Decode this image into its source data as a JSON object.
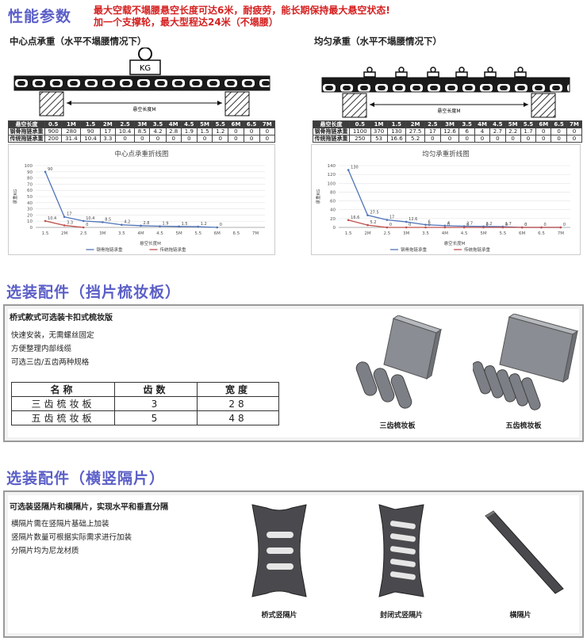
{
  "header": {
    "title": "性能参数",
    "line1": "最大空载不塌腰悬空长度可达6米，耐疲劳，能长期保持最大悬空状态!",
    "line2": "加一个支撑轮，最大型程达24米（不塌腰）"
  },
  "left": {
    "subtitle": "中心点承重（水平不塌腰情况下）",
    "kg": "KG",
    "span_label": "悬空长度M",
    "table": {
      "header": [
        "悬空长度",
        "0.5",
        "1M",
        "1.5",
        "2M",
        "2.5",
        "3M",
        "3.5",
        "4M",
        "4.5",
        "5M",
        "5.5",
        "6M",
        "6.5",
        "7M"
      ],
      "rows": [
        [
          "钢骨拖链承重",
          "900",
          "280",
          "90",
          "17",
          "10.4",
          "8.5",
          "4.2",
          "2.8",
          "1.9",
          "1.5",
          "1.2",
          "0",
          "0",
          "0"
        ],
        [
          "传统拖链承重",
          "200",
          "31.4",
          "10.4",
          "3.3",
          "0",
          "0",
          "0",
          "0",
          "0",
          "0",
          "0",
          "0",
          "0",
          "0"
        ]
      ]
    }
  },
  "right": {
    "subtitle": "均匀承重（水平不塌腰情况下）",
    "span_label": "悬空长度M",
    "table": {
      "header": [
        "悬空长度",
        "0.5",
        "1M",
        "1.5",
        "2M",
        "2.5",
        "3M",
        "3.5",
        "4M",
        "4.5",
        "5M",
        "5.5",
        "6M",
        "6.5",
        "7M"
      ],
      "rows": [
        [
          "钢骨拖链承重",
          "1100",
          "370",
          "130",
          "27.5",
          "17",
          "12.6",
          "6",
          "4",
          "2.7",
          "2.2",
          "1.7",
          "0",
          "0",
          "0"
        ],
        [
          "传统拖链承重",
          "250",
          "53",
          "16.6",
          "5.2",
          "0",
          "0",
          "0",
          "0",
          "0",
          "0",
          "0",
          "0",
          "0",
          "0"
        ]
      ]
    }
  },
  "chart_data": [
    {
      "type": "line",
      "title": "中心点承重折线图",
      "xlabel": "悬空长度M",
      "ylabel": "承重KG",
      "x": [
        "1.5",
        "2M",
        "2.5",
        "3M",
        "3.5",
        "4M",
        "4.5",
        "5M",
        "5.5",
        "6M",
        "6.5",
        "7M"
      ],
      "ylim": [
        0,
        100
      ],
      "yticks": [
        0,
        10,
        20,
        30,
        40,
        50,
        60,
        70,
        80,
        90,
        100
      ],
      "series": [
        {
          "name": "钢骨拖链承重",
          "color": "#4f73b8",
          "values": [
            90,
            17,
            10.4,
            8.5,
            4.2,
            2.8,
            1.9,
            1.5,
            1.2,
            0,
            null,
            null
          ],
          "labels": [
            "90",
            "17",
            "10.4",
            "8.5",
            "4.2",
            "2.8",
            "1.9",
            "1.5",
            "1.2",
            "0",
            "",
            ""
          ]
        },
        {
          "name": "传统拖链承重",
          "color": "#c0504d",
          "values": [
            10.4,
            3.3,
            0,
            null,
            null,
            null,
            null,
            null,
            null,
            null,
            null,
            null
          ],
          "labels": [
            "10.4",
            "3.3",
            "0",
            "",
            "",
            "",
            "",
            "",
            "",
            "",
            "",
            ""
          ]
        }
      ]
    },
    {
      "type": "line",
      "title": "均匀承重折线图",
      "xlabel": "悬空长度M",
      "ylabel": "承重KG",
      "x": [
        "1.5",
        "2M",
        "2.5",
        "3M",
        "3.5",
        "4M",
        "4.5",
        "5M",
        "5.5",
        "6M",
        "6.5",
        "7M"
      ],
      "ylim": [
        0,
        140
      ],
      "yticks": [
        0,
        20,
        40,
        60,
        80,
        100,
        120,
        140
      ],
      "series": [
        {
          "name": "钢骨拖链承重",
          "color": "#4f73b8",
          "values": [
            130,
            27.5,
            17,
            12.6,
            6,
            4,
            2.7,
            2.2,
            1.7,
            0,
            0,
            0
          ],
          "labels": [
            "130",
            "27.5",
            "17",
            "12.6",
            "6",
            "4",
            "2.7",
            "2.2",
            "1.7",
            "0",
            "",
            ""
          ]
        },
        {
          "name": "传统拖链承重",
          "color": "#c0504d",
          "values": [
            16.6,
            5.2,
            0,
            0,
            0,
            0,
            0,
            0,
            0,
            0,
            0,
            0
          ],
          "labels": [
            "16.6",
            "5.2",
            "0",
            "0",
            "0",
            "0",
            "0",
            "0",
            "0",
            "0",
            "0",
            "0"
          ]
        }
      ]
    }
  ],
  "comb": {
    "title": "选装配件（挡片梳妆板）",
    "heading": "桥式款式可选装卡扣式梳妆版",
    "lines": [
      "快速安装，无需螺丝固定",
      "方便整理内部线缆",
      "可选三齿/五齿两种规格"
    ],
    "table": {
      "header": [
        "名称",
        "齿数",
        "宽度"
      ],
      "rows": [
        [
          "三齿梳妆板",
          "3",
          "28"
        ],
        [
          "五齿梳妆板",
          "5",
          "48"
        ]
      ]
    },
    "captions": [
      "三齿梳妆板",
      "五齿梳妆板"
    ]
  },
  "separator": {
    "title": "选装配件（横竖隔片）",
    "heading": "可选装竖隔片和横隔片，实现水平和垂直分隔",
    "lines": [
      "横隔片需在竖隔片基础上加装",
      "竖隔片数量可根据实际需求进行加装",
      "分隔片均为尼龙材质"
    ],
    "captions": [
      "桥式竖隔片",
      "封闭式竖隔片",
      "横隔片"
    ]
  }
}
